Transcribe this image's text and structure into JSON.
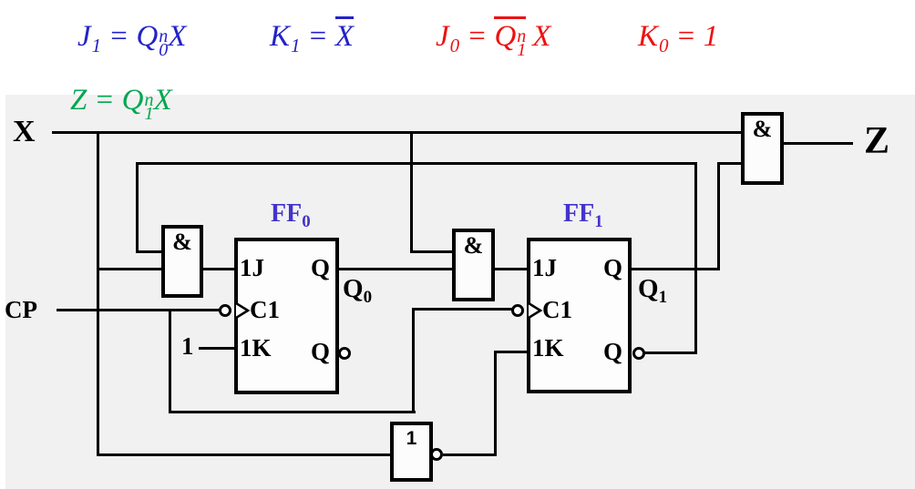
{
  "equations": {
    "j1": {
      "lhs": "J",
      "lhs_sub": "1",
      "rel": "=",
      "q": "Q",
      "q_sup": "n",
      "q_sub": "0",
      "x": "X"
    },
    "k1": {
      "lhs": "K",
      "lhs_sub": "1",
      "rel": "=",
      "xbar": "X"
    },
    "j0": {
      "lhs": "J",
      "lhs_sub": "0",
      "rel": "=",
      "q": "Q",
      "q_sup": "n",
      "q_sub": "1",
      "x": "X"
    },
    "k0": {
      "lhs": "K",
      "lhs_sub": "0",
      "rel": "=",
      "rhs": "1"
    },
    "z": {
      "lhs": "Z",
      "rel": "=",
      "q": "Q",
      "q_sup": "n",
      "q_sub": "1",
      "x": "X"
    }
  },
  "signals": {
    "x": "X",
    "cp": "CP",
    "z": "Z",
    "const_one": "1"
  },
  "gates": {
    "and1": "&",
    "and2": "&",
    "and3": "&",
    "inverter": "1"
  },
  "flipflops": [
    {
      "title": "FF",
      "title_sub": "0",
      "j": "1J",
      "c": "C1",
      "k": "1K",
      "q": "Q",
      "qbar": "Q",
      "out": "Q",
      "out_sub": "0"
    },
    {
      "title": "FF",
      "title_sub": "1",
      "j": "1J",
      "c": "C1",
      "k": "1K",
      "q": "Q",
      "qbar": "Q",
      "out": "Q",
      "out_sub": "1"
    }
  ],
  "colors": {
    "eq_blue": "#2222c8",
    "eq_red": "#ee1111",
    "eq_green": "#00a64f",
    "ff_title_blue": "#4433cc",
    "wire": "#000000",
    "panel_bg": "#f1f1f1"
  }
}
